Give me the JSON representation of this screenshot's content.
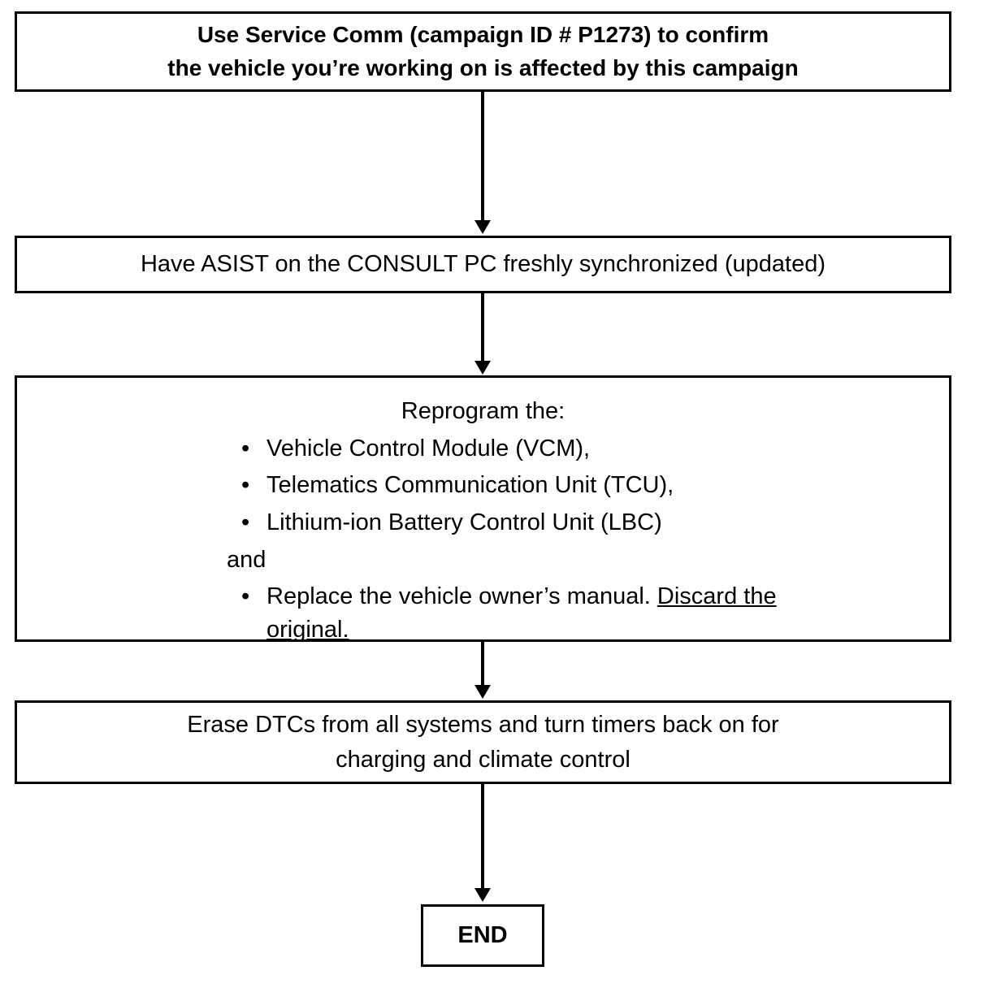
{
  "diagram": {
    "type": "flowchart",
    "orientation": "vertical",
    "line_color": "#000000",
    "fill_color": "#ffffff",
    "nodes": [
      {
        "id": "confirm-campaign",
        "line1": "Use Service Comm (campaign ID # P1273) to confirm",
        "line2": "the vehicle you’re working on is affected by this campaign"
      },
      {
        "id": "sync-asist",
        "line1": "Have ASIST on the CONSULT PC freshly synchronized (updated)"
      },
      {
        "id": "reprogram",
        "heading": "Reprogram the:",
        "bullet_glyph": "•",
        "bullets": [
          "Vehicle Control Module (VCM),",
          "Telematics Communication Unit (TCU),",
          "Lithium-ion Battery Control Unit (LBC)"
        ],
        "conjunction": "and",
        "final_bullet_plain": "Replace the vehicle owner’s manual. ",
        "final_bullet_underlined": "Discard the original."
      },
      {
        "id": "erase-dtcs",
        "line1": "Erase DTCs from all systems and turn timers back on for",
        "line2": "charging and climate control"
      },
      {
        "id": "end",
        "label": "END"
      }
    ],
    "connectors": [
      {
        "id": "conn-1",
        "from": "confirm-campaign",
        "to": "sync-asist",
        "arrow": "down"
      },
      {
        "id": "conn-2",
        "from": "sync-asist",
        "to": "reprogram",
        "arrow": "down"
      },
      {
        "id": "conn-3",
        "from": "reprogram",
        "to": "erase-dtcs",
        "arrow": "down"
      },
      {
        "id": "conn-4",
        "from": "erase-dtcs",
        "to": "end",
        "arrow": "down"
      }
    ]
  }
}
